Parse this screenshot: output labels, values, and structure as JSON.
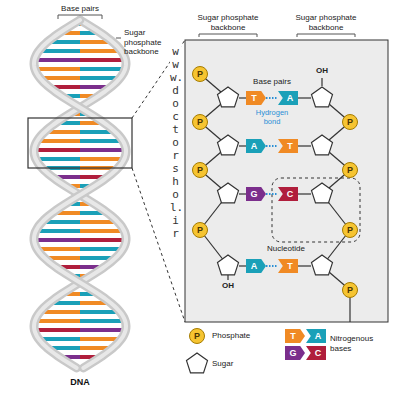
{
  "diagram": {
    "nodes": [
      {
        "text": [
          "P"
        ]
      },
      {
        "text": [
          "T"
        ]
      },
      {
        "text": [
          "A"
        ]
      },
      {
        "text": [
          "P"
        ]
      },
      {
        "text": [
          "P"
        ]
      },
      {
        "text": [
          "A"
        ]
      },
      {
        "text": [
          "T"
        ]
      },
      {
        "text": [
          "P"
        ]
      },
      {
        "text": [
          "P"
        ]
      },
      {
        "text": [
          "G"
        ]
      },
      {
        "text": [
          "C"
        ]
      },
      {
        "text": [
          "P"
        ]
      },
      {
        "text": [
          "P"
        ]
      },
      {
        "text": [
          "A"
        ]
      },
      {
        "text": [
          "T"
        ]
      },
      {
        "text": [
          "P"
        ]
      },
      {
        "text": [
          "P"
        ]
      },
      {
        "text": [
          "T"
        ]
      },
      {
        "text": [
          "A"
        ]
      },
      {
        "text": [
          "G"
        ]
      },
      {
        "text": [
          "C"
        ]
      }
    ],
    "labels": [
      "Base pairs",
      "Sugar phosphate backbone",
      "Sugar phosphate backbone",
      "Sugar phosphate backbone",
      "OH",
      "Base pairs",
      "Hydrogen bond",
      "Nucleotide",
      "OH",
      "www.doctorshol.ir",
      "DNA"
    ],
    "legend": [
      {
        "text": "Phosphate"
      },
      {
        "text": "Sugar"
      },
      {
        "text": "Nitrogenous bases"
      }
    ]
  }
}
